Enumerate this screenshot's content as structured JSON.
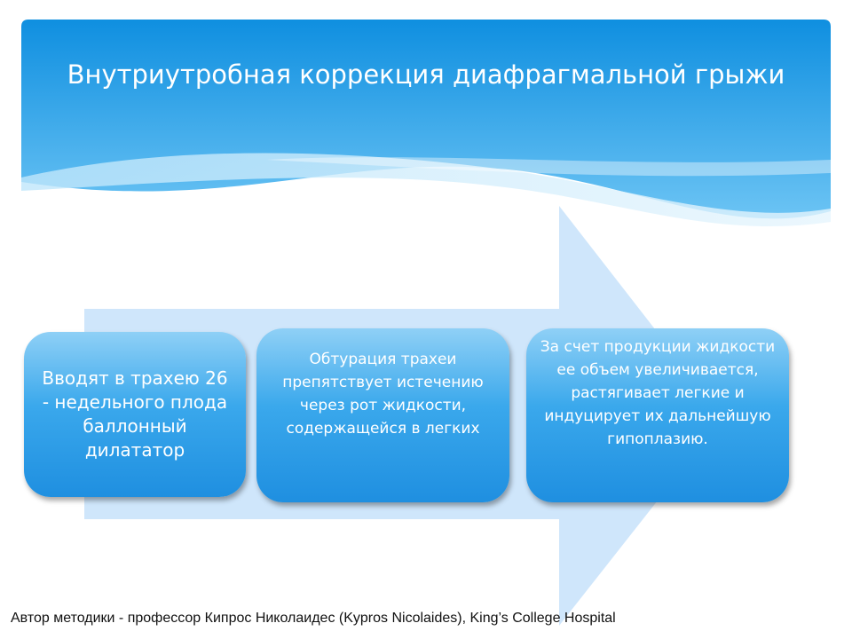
{
  "slide": {
    "title": "Внутриутробная коррекция диафрагмальной грыжи",
    "steps": [
      {
        "text": "Вводят в трахею 26 - недельного плода баллонный дилататор"
      },
      {
        "text": "Обтурация трахеи препятствует истечению через рот жидкости, содержащейся в легких"
      },
      {
        "text": "За счет продукции жидкости ее объем увеличивается, растягивает легкие и индуцирует их дальнейшую гипоплазию."
      }
    ],
    "footer": "Автор методики - профессор Кипрос Николаидес (Kypros Nicolaides),  King’s College Hospital"
  },
  "colors": {
    "header": "#1a9ae6",
    "arrow": "#cfe6fb",
    "box": "#2f9fe8"
  }
}
